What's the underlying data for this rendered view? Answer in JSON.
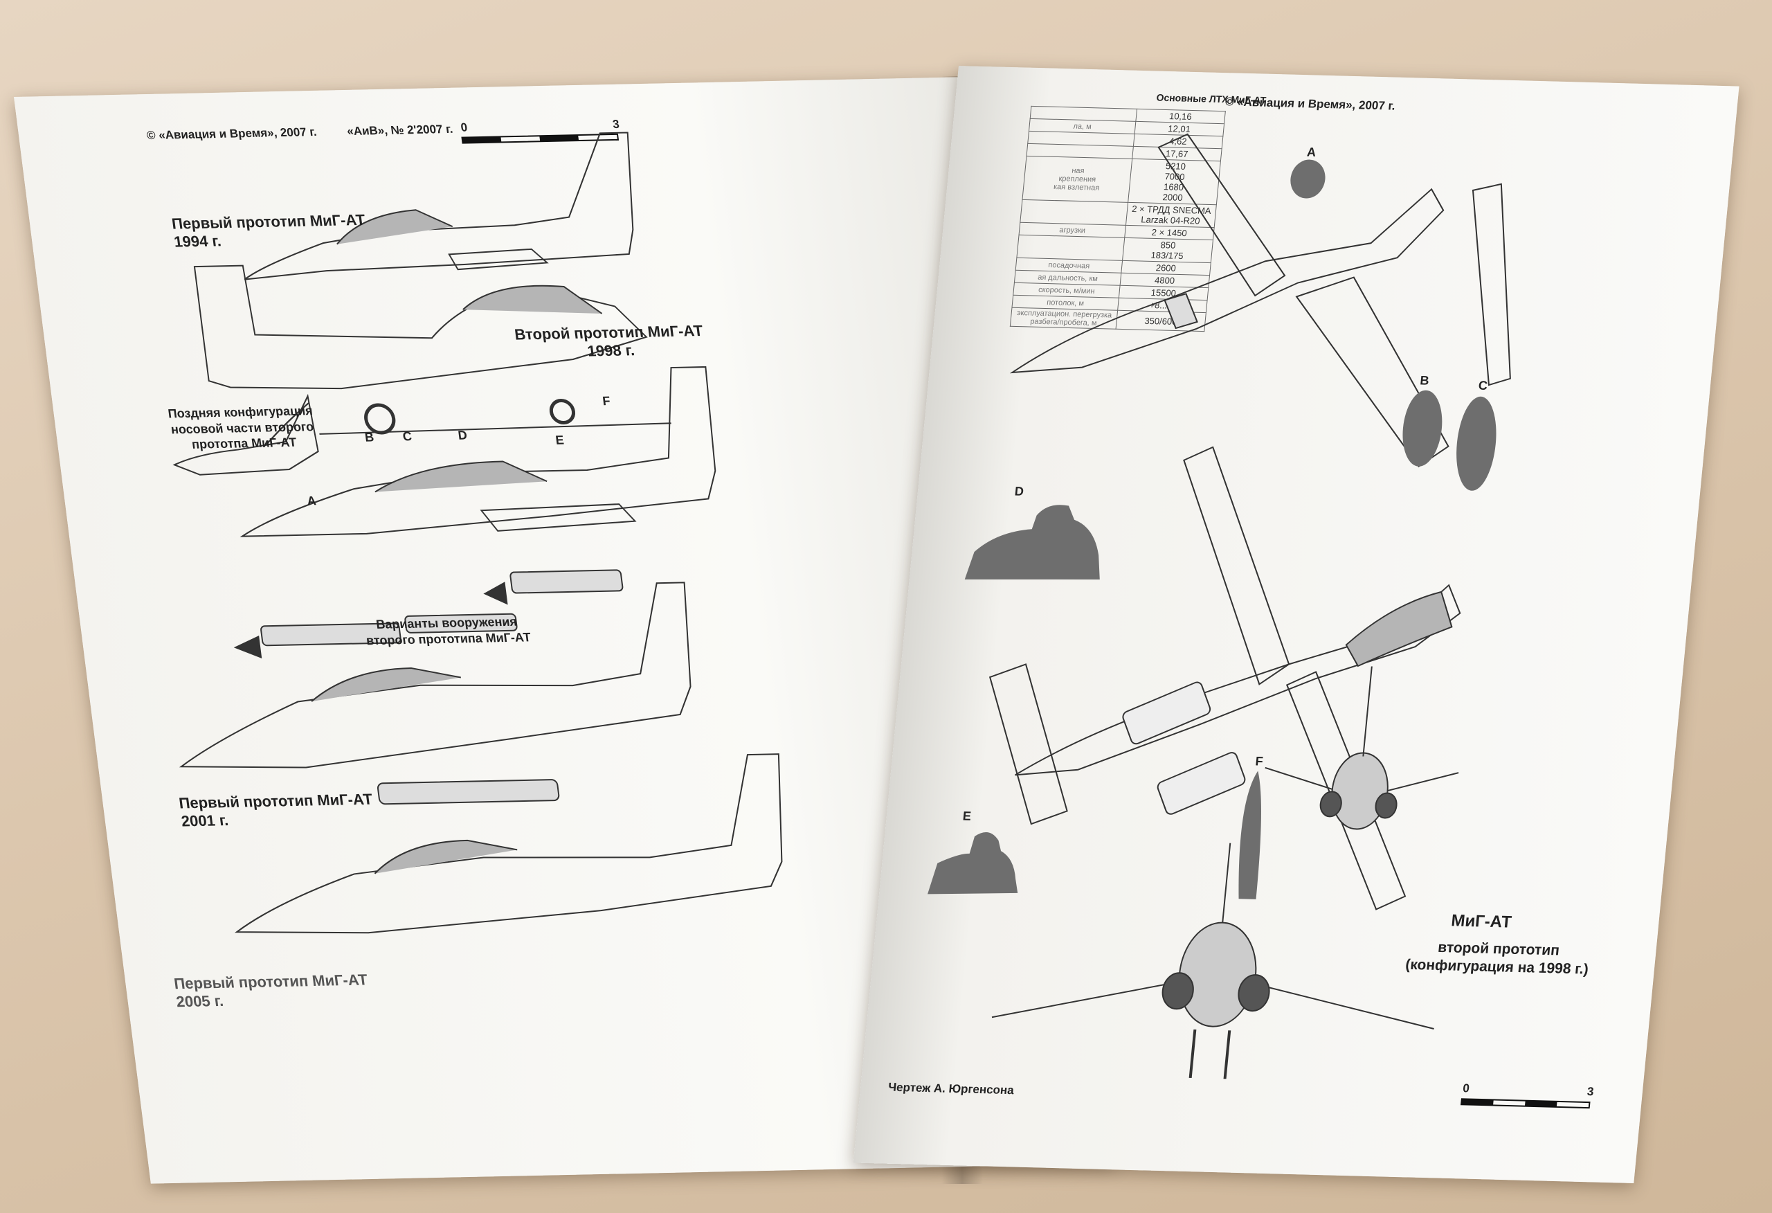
{
  "left_page": {
    "header_copyright": "© «Авиация и Время», 2007 г.",
    "header_issue": "«АиВ», № 2'2007 г.",
    "scale_start": "0",
    "scale_end": "3",
    "caption_1": "Первый прототип МиГ-АТ\n1994 г.",
    "caption_2": "Второй прототип МиГ-АТ\n1998 г.",
    "caption_nose": "Поздняя конфигурация\nносовой части второго\nпрототпа МиГ-АТ",
    "caption_weapons": "Варианты вооружения\nвторого прототипа МиГ-АТ",
    "caption_3": "Первый прототип МиГ-АТ\n2001 г.",
    "caption_4": "Первый прототип МиГ-АТ\n2005 г.",
    "section_labels": [
      "A",
      "B",
      "C",
      "D",
      "E",
      "F"
    ]
  },
  "right_page": {
    "header_copyright": "© «Авиация и Время», 2007 г.",
    "spec_title": "Основные ЛТХ МиГ-АТ",
    "spec_values": [
      "10,16",
      "12,01",
      "4,62",
      "17,67",
      "5210\n7000\n1680\n2000",
      "2 × ТРДД SNECMA\nLarzak 04-R20",
      "2 × 1450",
      "850\n183/175",
      "2600",
      "4800",
      "15500",
      "+8...-3",
      "350/600"
    ],
    "spec_keys": [
      "",
      "ла, м",
      "",
      "",
      "ная\nкрепления\nкая взлетная",
      "",
      "агрузки",
      "",
      "посадочная",
      "ая дальность, км",
      "скорость, м/мин",
      "потолок, м",
      "эксплуатацион. перегрузка\nразбега/пробега, м"
    ],
    "section_labels": [
      "A",
      "B",
      "C",
      "D",
      "E",
      "F"
    ],
    "caption_title": "МиГ-АТ",
    "caption_sub": "второй прототип\n(конфигурация на 1998 г.)",
    "credit": "Чертеж А. Юргенсона",
    "scale_start": "0",
    "scale_end": "3"
  }
}
